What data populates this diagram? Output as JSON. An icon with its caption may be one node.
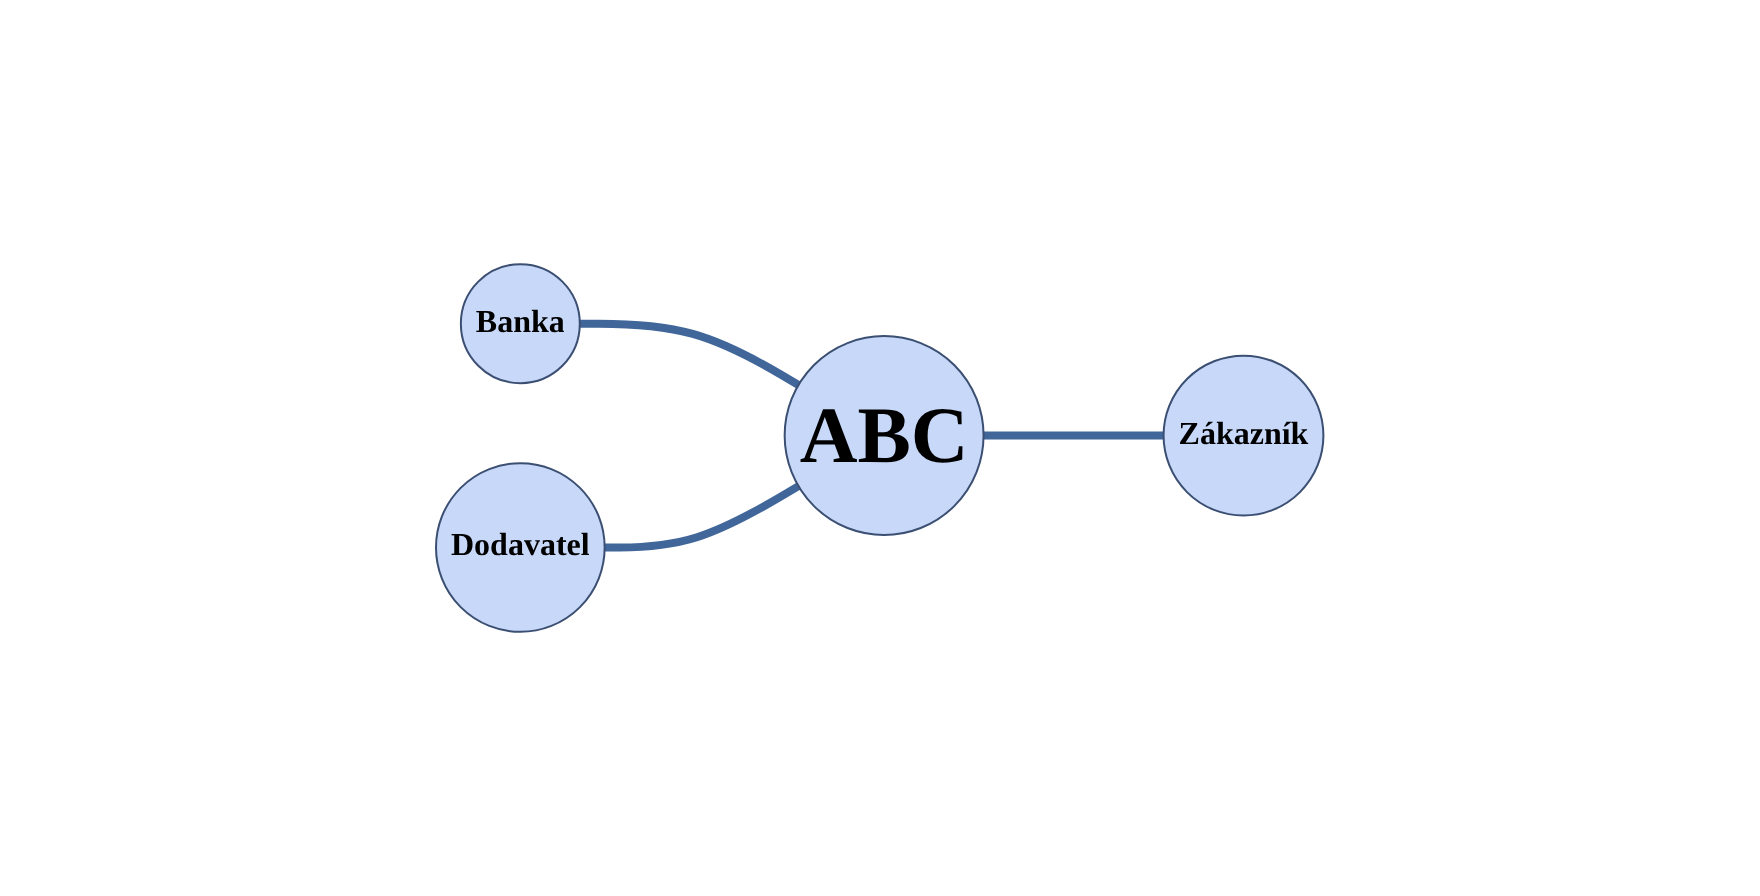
{
  "diagram": {
    "nodes": [
      {
        "text": [
          "Banka"
        ]
      },
      {
        "text": [
          "Dodavatel"
        ]
      },
      {
        "text": [
          "ABC"
        ]
      },
      {
        "text": [
          "Zákazník"
        ]
      }
    ],
    "edges": [
      {
        "from": 0,
        "to": 2,
        "arrow": "none"
      },
      {
        "from": 1,
        "to": 2,
        "arrow": "none"
      },
      {
        "from": 2,
        "to": 3,
        "arrow": "none"
      }
    ]
  }
}
